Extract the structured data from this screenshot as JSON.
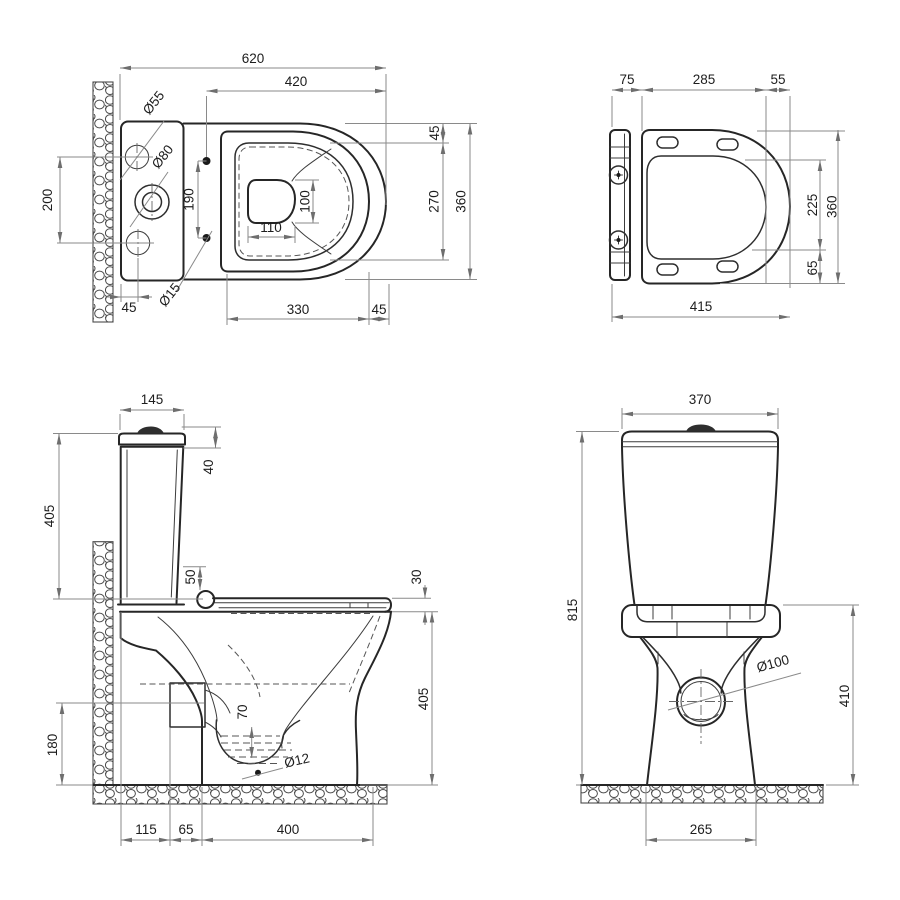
{
  "colors": {
    "outline": "#262626",
    "dimension": "#8a8a8a",
    "text": "#1d1d1d",
    "background": "#ffffff"
  },
  "views": {
    "wc_plan": {
      "length_total": "620",
      "length_bowl": "420",
      "lid_hole_dia": "Ø55",
      "inlet_hole_dia": "Ø80",
      "side_holes_spacing": "200",
      "seat_mount_spacing": "190",
      "outlet_width": "100",
      "outlet_length": "110",
      "rim_front_gap": "45",
      "opening_length": "270",
      "overall_width": "360",
      "seat_mount_dia": "Ø15",
      "tank_holes_offset": "45",
      "seat_mount_to_front": "330",
      "front_margin": "45"
    },
    "seat_plan": {
      "hinge_zone": "75",
      "ring_length": "285",
      "front_zone": "55",
      "opening_width": "225",
      "overall_width": "360",
      "front_offset": "65",
      "overall_length": "415"
    },
    "side_view": {
      "tank_depth": "145",
      "lid_height": "40",
      "tank_height": "405",
      "hinge_offset": "50",
      "seat_thickness": "30",
      "rim_height": "405",
      "water_depth": "70",
      "outlet_axis_height": "180",
      "fixing_hole_dia": "Ø12",
      "wall_to_outlet": "115",
      "outlet_depth": "65",
      "outlet_to_front": "400"
    },
    "rear_view": {
      "tank_width": "370",
      "overall_height": "815",
      "drain_dia": "Ø100",
      "bowl_height": "410",
      "base_width": "265"
    }
  }
}
